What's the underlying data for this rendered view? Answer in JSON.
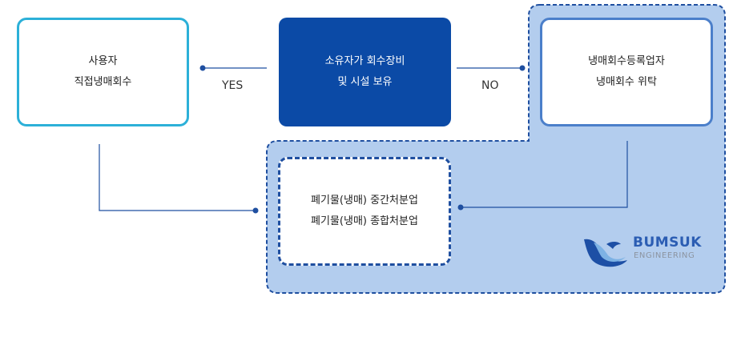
{
  "nodes": {
    "user": {
      "line1": "사용자",
      "line2": "직접냉매회수"
    },
    "owner": {
      "line1": "소유자가 회수장비",
      "line2": "및 시설 보유"
    },
    "registered": {
      "line1": "냉매회수등록업자",
      "line2": "냉매회수 위탁"
    },
    "waste": {
      "line1": "폐기물(냉매) 중간처분업",
      "line2": "폐기물(냉매) 종합처분업"
    }
  },
  "edges": {
    "yes": "YES",
    "no": "NO"
  },
  "logo": {
    "name": "BUMSUK",
    "sub": "ENGINEERING",
    "icon": "bird-wave-icon"
  },
  "colors": {
    "owner_fill": "#0b4aa6",
    "user_border": "#2cb0d8",
    "region_fill": "#b3cdee",
    "region_border": "#1f4fa0",
    "logo_blue": "#2b5db3"
  }
}
